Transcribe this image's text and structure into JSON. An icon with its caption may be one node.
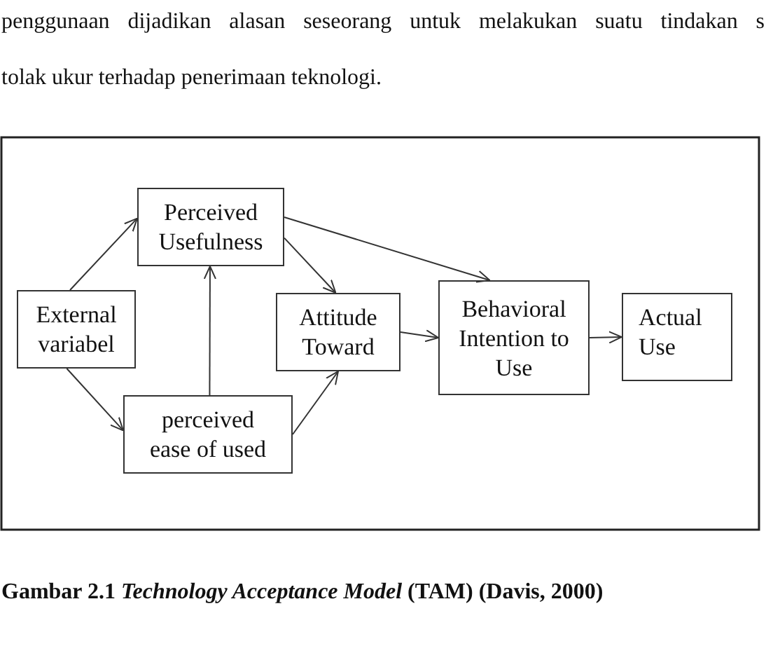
{
  "diagram": {
    "caption": "Gambar 2.1 *Technology Acceptance Model* (TAM) (Davis, 2000)",
    "nodes": [
      {
        "text": [
          "External variabel"
        ]
      },
      {
        "text": [
          "Perceived Usefulness"
        ]
      },
      {
        "text": [
          "perceived ease of used"
        ]
      },
      {
        "text": [
          "Attitude Toward"
        ]
      },
      {
        "text": [
          "Behavioral Intention to Use"
        ]
      },
      {
        "text": [
          "Actual Use"
        ]
      }
    ],
    "edges": [
      {
        "from": 0,
        "to": 1,
        "arrow": "to"
      },
      {
        "from": 0,
        "to": 2,
        "arrow": "to"
      },
      {
        "from": 2,
        "to": 1,
        "arrow": "to"
      },
      {
        "from": 1,
        "to": 3,
        "arrow": "to"
      },
      {
        "from": 1,
        "to": 4,
        "arrow": "to"
      },
      {
        "from": 2,
        "to": 3,
        "arrow": "to"
      },
      {
        "from": 3,
        "to": 4,
        "arrow": "to"
      },
      {
        "from": 4,
        "to": 5,
        "arrow": "to"
      }
    ],
    "labels": [
      "penggunaan dijadikan alasan seseorang untuk melakukan suatu tindakan s",
      "tolak ukur terhadap penerimaan teknologi."
    ]
  }
}
